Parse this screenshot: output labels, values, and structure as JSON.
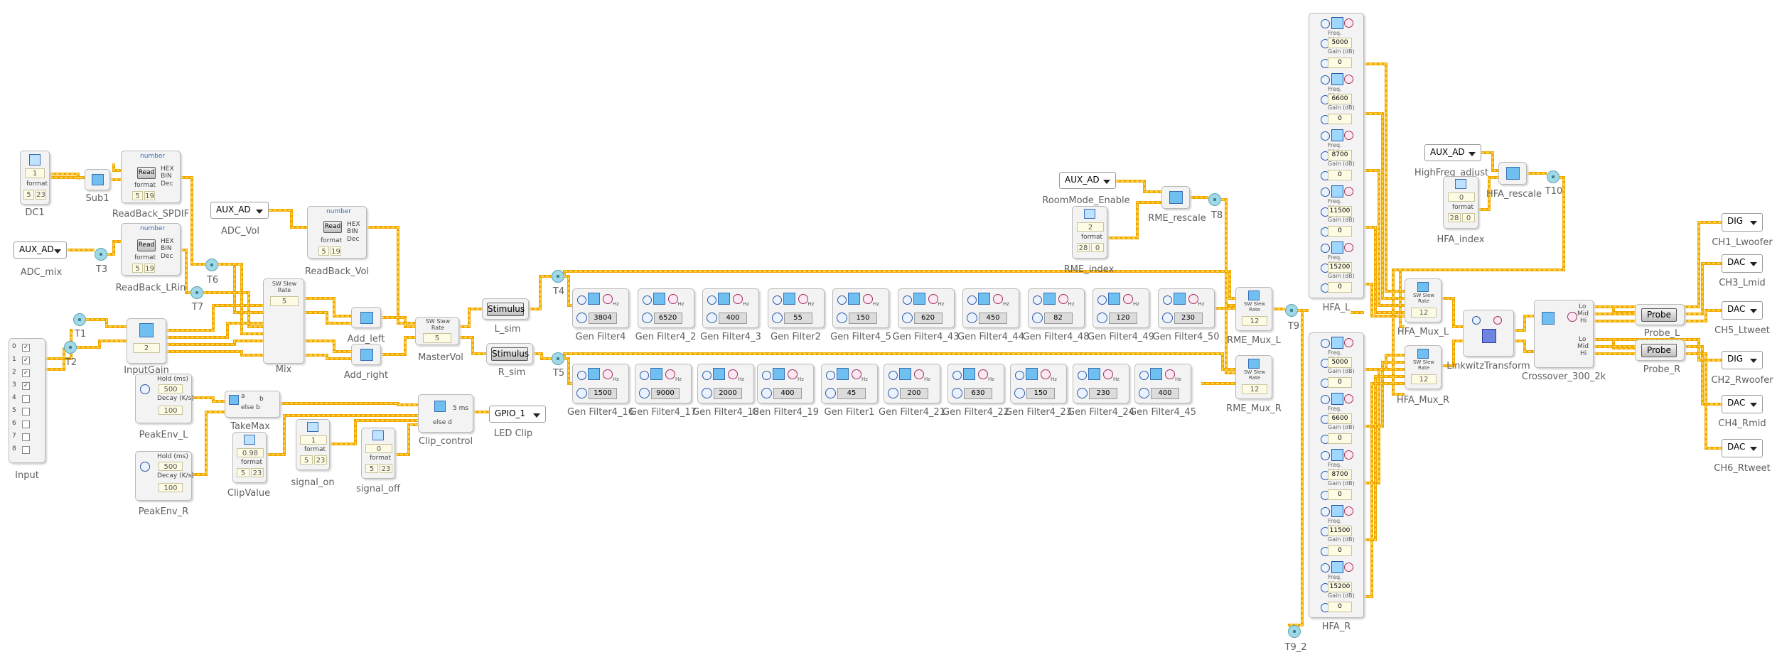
{
  "colors": {
    "wire": "#f0a800",
    "wire_dash": "#ffd54a",
    "pin": "#2d7c2d",
    "pin_out": "#1f4ea8"
  },
  "labels": {
    "dc1": "DC1",
    "sub1": "Sub1",
    "readback_spdif": "ReadBack_SPDIF",
    "readback_lrin": "ReadBack_LRin",
    "adc_mix": "ADC_mix",
    "t3": "T3",
    "t6": "T6",
    "t7": "T7",
    "t1": "T1",
    "t2": "T2",
    "input": "Input",
    "inputgain": "InputGain",
    "mix": "Mix",
    "adc_vol": "ADC_Vol",
    "readback_vol": "ReadBack_Vol",
    "add_left": "Add_left",
    "add_right": "Add_right",
    "mastervol": "MasterVol",
    "l_sim": "L_sim",
    "r_sim": "R_sim",
    "t4": "T4",
    "t5": "T5",
    "peakenv_l": "PeakEnv_L",
    "peakenv_r": "PeakEnv_R",
    "takemax": "TakeMax",
    "clipvalue": "ClipValue",
    "signal_on": "signal_on",
    "signal_off": "signal_off",
    "clip_control": "Clip_control",
    "led_clip": "LED Clip",
    "roommode_enable": "RoomMode_Enable",
    "rme_rescale": "RME_rescale",
    "rme_index": "RME_index",
    "t8": "T8",
    "rme_mux_l": "RME_Mux_L",
    "rme_mux_r": "RME_Mux_R",
    "t9": "T9",
    "t9_2": "T9_2",
    "hfa_l": "HFA_L",
    "hfa_r": "HFA_R",
    "hfa_mux_l": "HFA_Mux_L",
    "hfa_mux_r": "HFA_Mux_R",
    "highfreq_adjust": "HighFreq_adjust",
    "hfa_rescale": "HFA_rescale",
    "hfa_index": "HFA_index",
    "t10": "T10",
    "linkwitz": "LinkwitzTransform",
    "crossover": "Crossover_300_2k",
    "probe_l": "Probe_L",
    "probe_r": "Probe_R",
    "ch1": "CH1_Lwoofer",
    "ch3": "CH3_Lmid",
    "ch5": "CH5_Ltweet",
    "ch2": "CH2_Rwoofer",
    "ch4": "CH4_Rmid",
    "ch6": "CH6_Rtweet"
  },
  "controls": {
    "aux_ad": "AUX_AD",
    "gpio": "GPIO_1",
    "stimulus": "Stimulus",
    "probe": "Probe",
    "read": "Read",
    "number": "number",
    "format": "format",
    "hex": "HEX",
    "dec": "Dec",
    "bin": "BIN",
    "dig": "DIG",
    "dac": "DAC",
    "sw_slew": "SW Slew Rate",
    "lo": "Lo",
    "mid": "Mid",
    "hi": "Hi",
    "hold": "Hold (ms)",
    "decay": "Decay (K/s)",
    "hz": "Hz",
    "freq": "Freq. (Hz)",
    "gain": "Gain (dB)",
    "else": "else",
    "a": "a",
    "b": "b",
    "ab": "a b",
    "else_b": "else b",
    "5_ms": "5 ms",
    "else_d": "else d"
  },
  "values": {
    "dc1": "1",
    "fmt_5": "5",
    "fmt_23": "23",
    "fmt_19": "19",
    "fmt_28": "28",
    "fmt_0": "0",
    "inputgain": "2",
    "mix": "5",
    "mastervol": "5",
    "hold": "500",
    "decay": "100",
    "clipvalue": "0.98",
    "signal_on": "1",
    "signal_off": "0",
    "rme_index": "2",
    "hfa_index": "0",
    "mux": "12"
  },
  "input_channels": [
    "0",
    "1",
    "2",
    "3",
    "4",
    "5",
    "6",
    "7",
    "8"
  ],
  "gen_top": [
    {
      "label": "Gen Filter4",
      "value": "3804"
    },
    {
      "label": "Gen Filter4_2",
      "value": "6520"
    },
    {
      "label": "Gen Filter4_3",
      "value": "400"
    },
    {
      "label": "Gen Filter2",
      "value": "55"
    },
    {
      "label": "Gen Filter4_5",
      "value": "150"
    },
    {
      "label": "Gen Filter4_43",
      "value": "620"
    },
    {
      "label": "Gen Filter4_44",
      "value": "450"
    },
    {
      "label": "Gen Filter4_48",
      "value": "82"
    },
    {
      "label": "Gen Filter4_49",
      "value": "120"
    },
    {
      "label": "Gen Filter4_50",
      "value": "230"
    }
  ],
  "gen_bottom": [
    {
      "label": "Gen Filter4_16",
      "value": "1500"
    },
    {
      "label": "Gen Filter4_17",
      "value": "9000"
    },
    {
      "label": "Gen Filter4_18",
      "value": "2000"
    },
    {
      "label": "Gen Filter4_19",
      "value": "400"
    },
    {
      "label": "Gen Filter1",
      "value": "45"
    },
    {
      "label": "Gen Filter4_21",
      "value": "200"
    },
    {
      "label": "Gen Filter4_22",
      "value": "630"
    },
    {
      "label": "Gen Filter4_23",
      "value": "150"
    },
    {
      "label": "Gen Filter4_24",
      "value": "230"
    },
    {
      "label": "Gen Filter4_45",
      "value": "400"
    }
  ],
  "hfa_values": [
    {
      "freq": "5000",
      "gain": "0"
    },
    {
      "freq": "6600",
      "gain": "0"
    },
    {
      "freq": "8700",
      "gain": "0"
    },
    {
      "freq": "11500",
      "gain": "0"
    },
    {
      "freq": "15200",
      "gain": "0"
    }
  ]
}
